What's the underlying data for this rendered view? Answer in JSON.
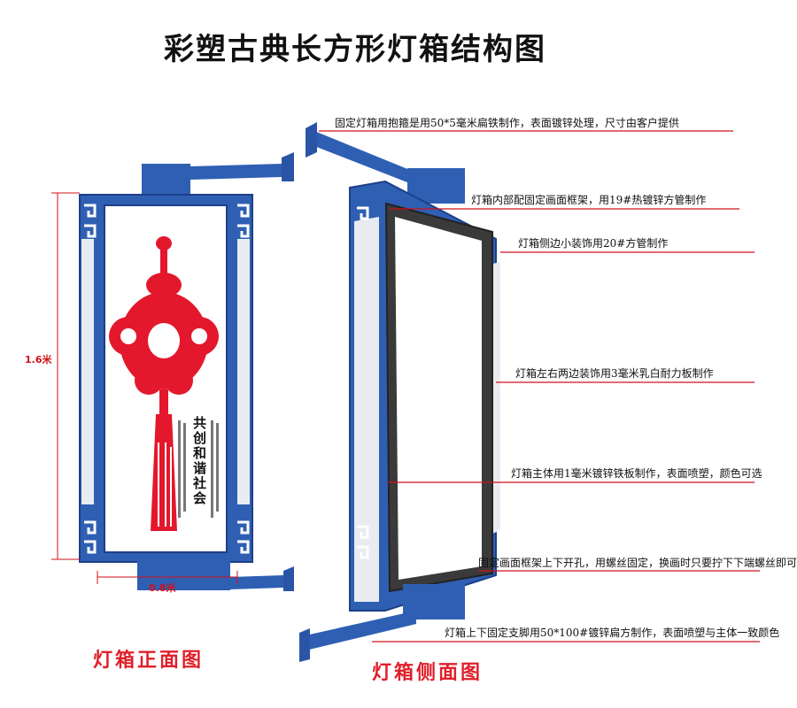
{
  "title": "彩塑古典长方形灯箱结构图",
  "front_label": "灯箱正面图",
  "side_label": "灯箱侧面图",
  "dimensions": {
    "height_label": "1.6米",
    "width_label": "0.8米"
  },
  "slogan": "共创和谐社会",
  "annotations": [
    "固定灯箱用抱箍是用50*5毫米扁铁制作，表面镀锌处理，尺寸由客户提供",
    "灯箱内部配固定画面框架，用19#热镀锌方管制作",
    "灯箱侧边小装饰用20#方管制作",
    "灯箱左右两边装饰用3毫米乳白耐力板制作",
    "灯箱主体用1毫米镀锌铁板制作，表面喷塑，颜色可选",
    "固定画面框架上下开孔，用螺丝固定，换画时只要拧下下端螺丝即可",
    "灯箱上下固定支脚用50*100#镀锌扁方制作，表面喷塑与主体一致颜色"
  ],
  "colors": {
    "frame_blue": "#2f5fb3",
    "frame_dark": "#1d3f86",
    "panel_white": "#f4f4f4",
    "side_panel": "#dfe3ea",
    "knot_red": "#e3182d",
    "annotation_red": "#d0101a"
  }
}
